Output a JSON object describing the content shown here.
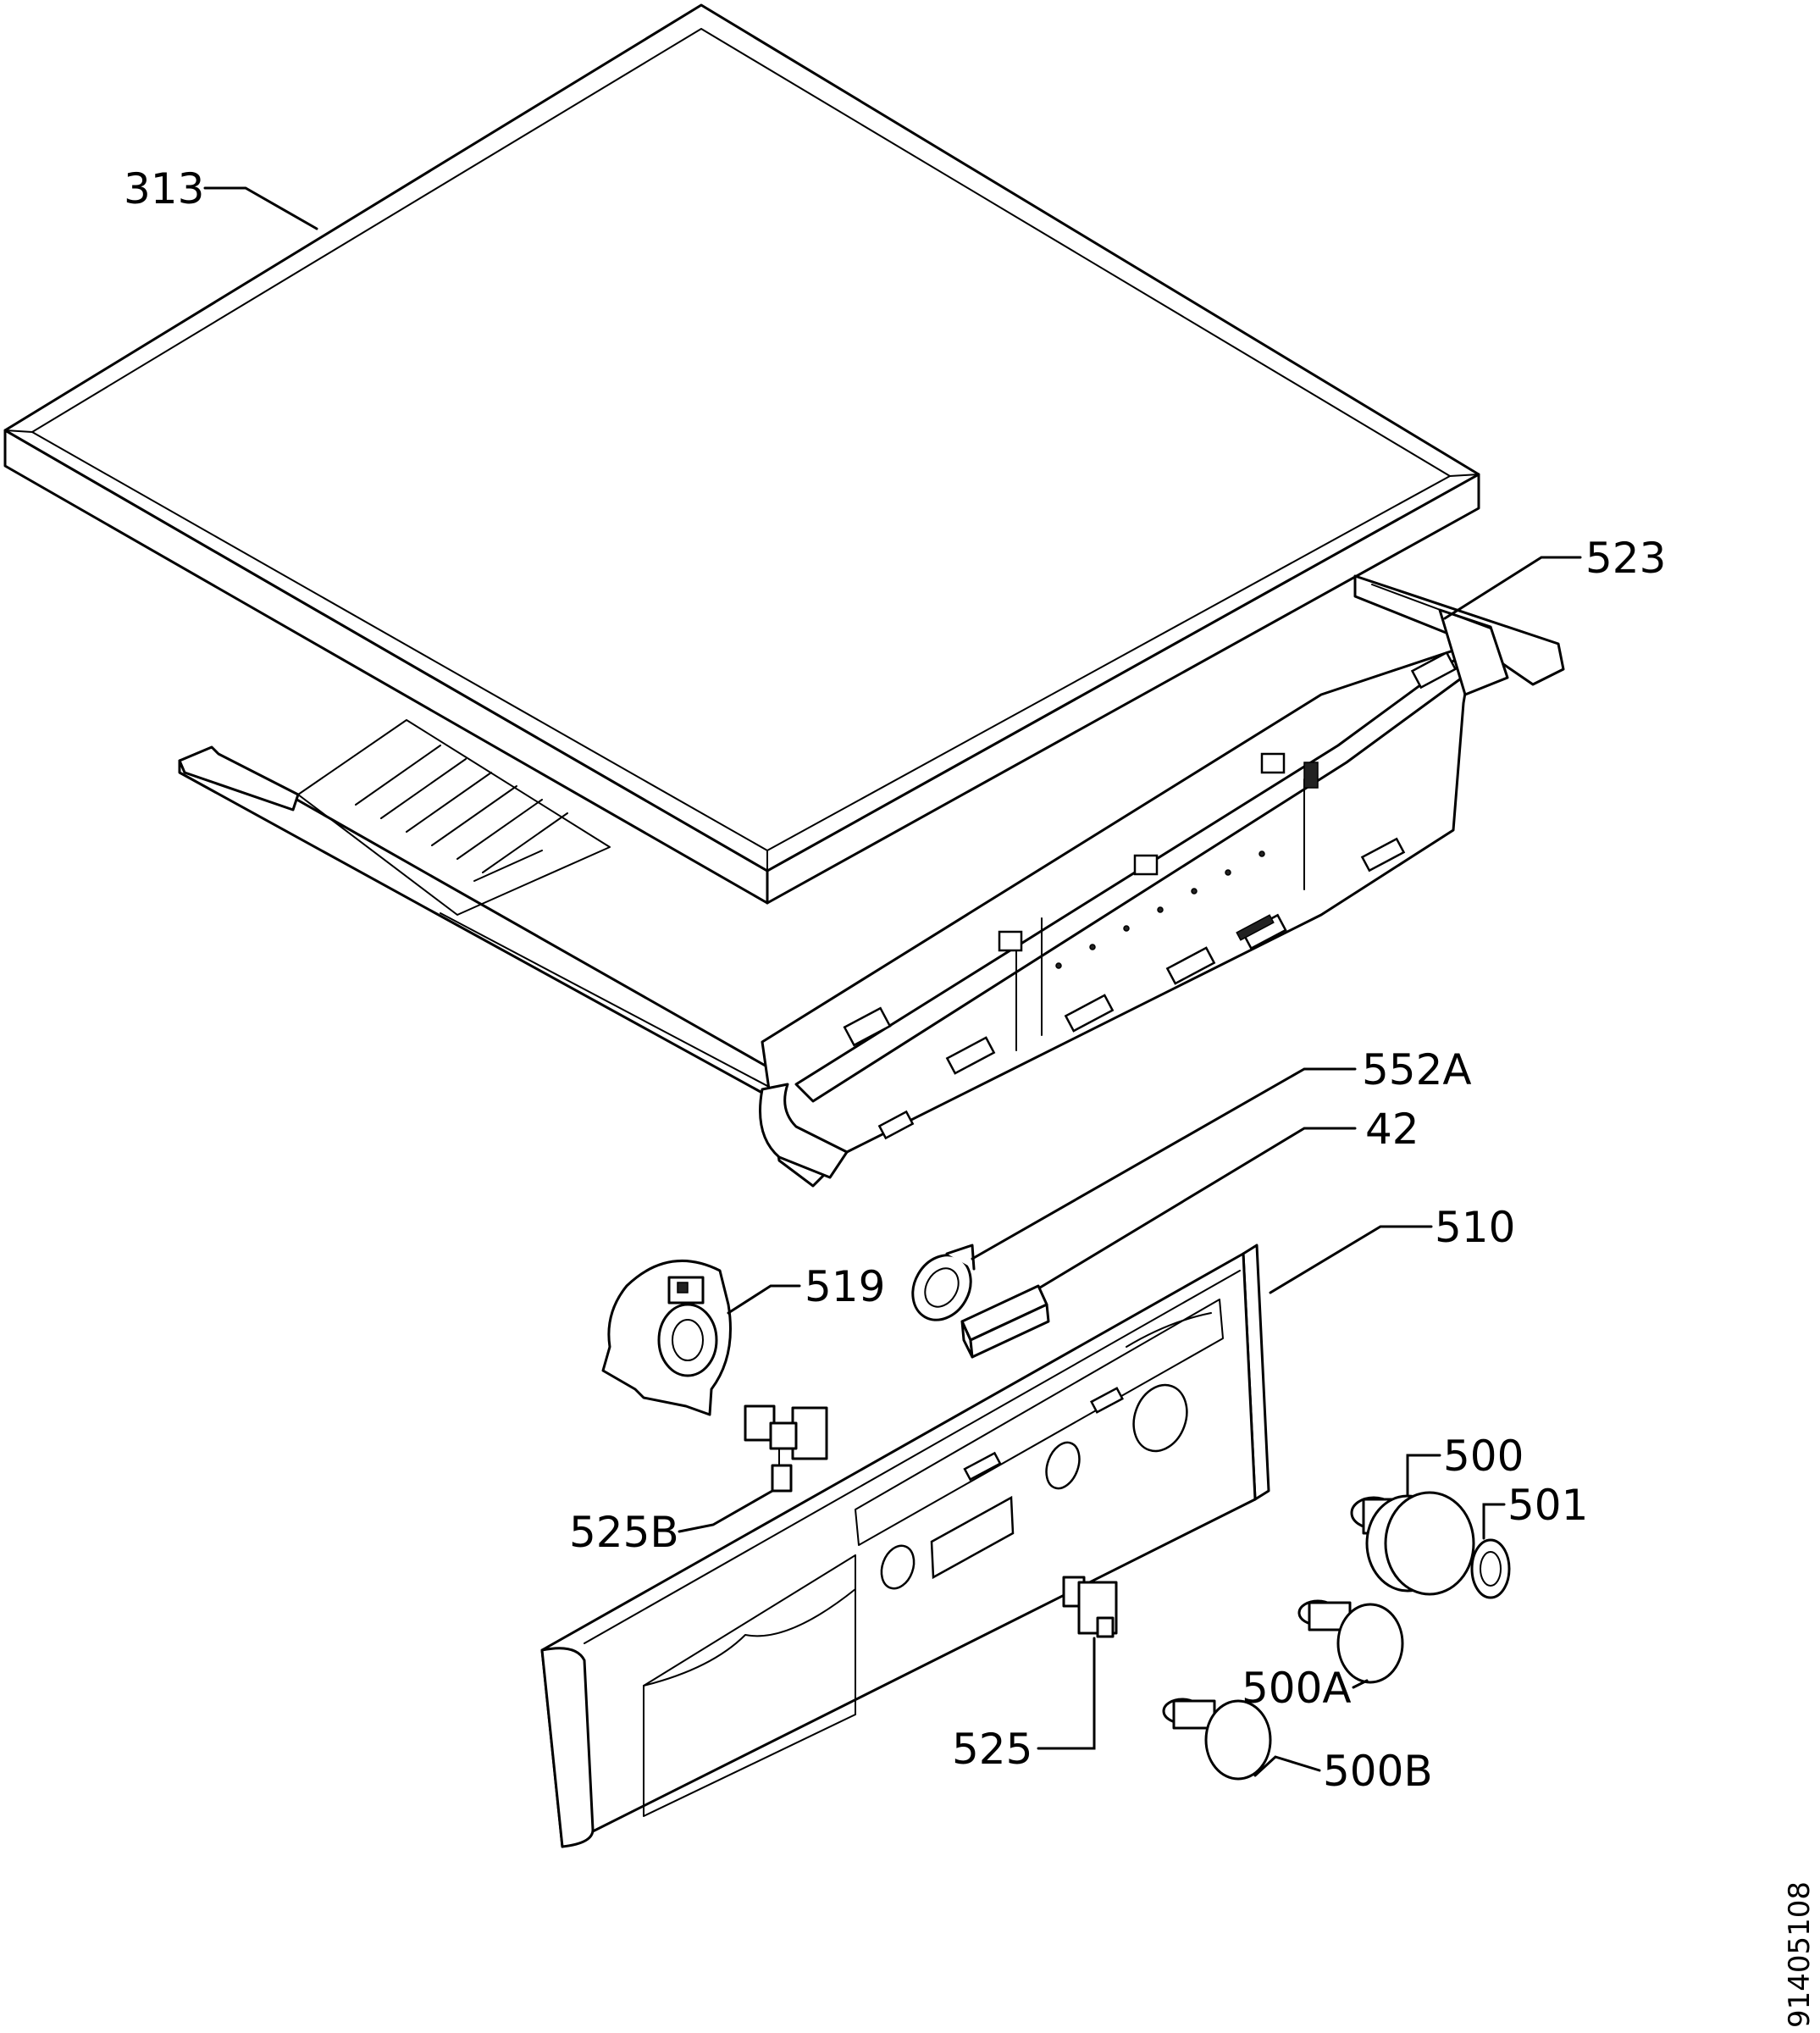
{
  "diagram": {
    "doc_number": "91405108",
    "callouts": {
      "c313": "313",
      "c523": "523",
      "c552A": "552A",
      "c42": "42",
      "c510": "510",
      "c519": "519",
      "c525B": "525B",
      "c500": "500",
      "c501": "501",
      "c500A": "500A",
      "c500B": "500B",
      "c525": "525"
    }
  }
}
